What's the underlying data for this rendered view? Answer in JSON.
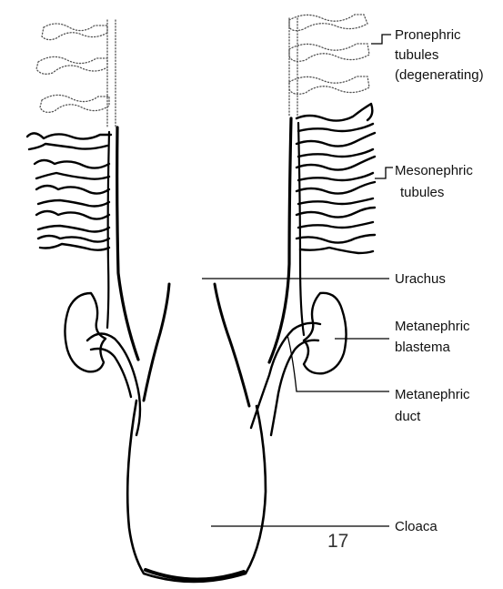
{
  "labels": {
    "pronephric_line1": "Pronephric",
    "pronephric_line2": "tubules",
    "pronephric_line3": "(degenerating)",
    "mesonephric_line1": "Mesonephric",
    "mesonephric_line2": "tubules",
    "urachus": "Urachus",
    "metanephric_blastema_line1": "Metanephric",
    "metanephric_blastema_line2": "blastema",
    "metanephric_duct_line1": "Metanephric",
    "metanephric_duct_line2": "duct",
    "cloaca": "Cloaca"
  },
  "page_number": "17"
}
